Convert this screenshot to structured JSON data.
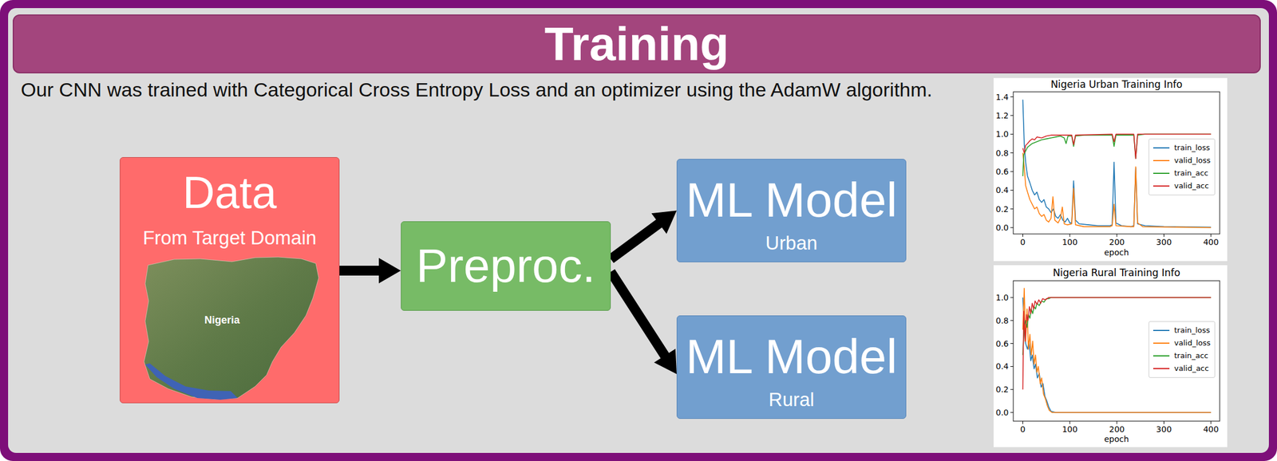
{
  "diagram": {
    "title": "Training",
    "nodes": [
      {
        "text": [
          "Data",
          "From Target Domain"
        ]
      },
      {
        "text": [
          "Preproc."
        ]
      },
      {
        "text": [
          "ML Model",
          "Urban"
        ]
      },
      {
        "text": [
          "ML Model",
          "Rural"
        ]
      }
    ],
    "edges": [
      {
        "from": 0,
        "to": 1,
        "arrow": "to"
      },
      {
        "from": 1,
        "to": 2,
        "arrow": "to"
      },
      {
        "from": 1,
        "to": 3,
        "arrow": "to"
      }
    ],
    "labels": [
      "Our CNN was trained with Categorical Cross Entropy Loss and an optimizer using the AdamW algorithm.",
      "Nigeria",
      "Nigeria Urban Training Info",
      "1.4",
      "1.2",
      "1.0",
      "0.8",
      "0.6",
      "0.4",
      "0.2",
      "0.0",
      "0",
      "100",
      "200",
      "300",
      "400",
      "epoch",
      "Nigeria Rural Training Info",
      "1.0",
      "0.8",
      "0.6",
      "0.4",
      "0.2",
      "0.0",
      "0",
      "100",
      "200",
      "300",
      "400",
      "epoch"
    ],
    "legend": [
      {
        "text": "train_loss"
      },
      {
        "text": "valid_loss"
      },
      {
        "text": "train_acc"
      },
      {
        "text": "valid_acc"
      },
      {
        "text": "train_loss"
      },
      {
        "text": "valid_loss"
      },
      {
        "text": "train_acc"
      },
      {
        "text": "valid_acc"
      }
    ]
  }
}
